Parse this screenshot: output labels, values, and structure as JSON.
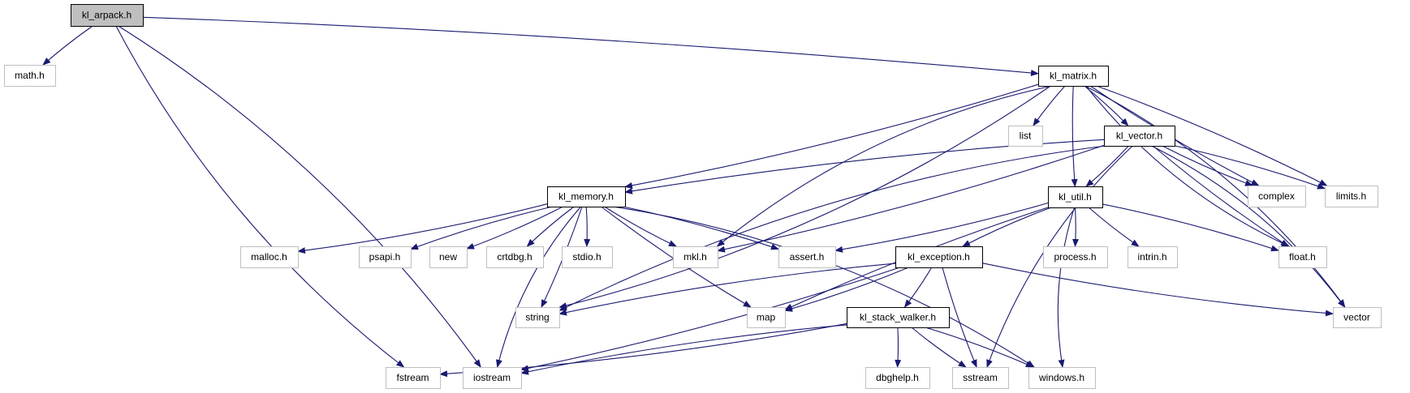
{
  "diagram": {
    "type": "include-dependency-graph",
    "root": "kl_arpack.h",
    "colors": {
      "edge": "#191970",
      "root_fill": "#bfbfbf",
      "root_border": "#000000",
      "documented_border": "#000000",
      "external_border": "#bfbfbf",
      "node_fill": "#ffffff"
    },
    "nodes": [
      {
        "id": "kl_arpack",
        "label": "kl_arpack.h",
        "kind": "root"
      },
      {
        "id": "math",
        "label": "math.h",
        "kind": "external"
      },
      {
        "id": "kl_matrix",
        "label": "kl_matrix.h",
        "kind": "documented"
      },
      {
        "id": "list",
        "label": "list",
        "kind": "external"
      },
      {
        "id": "kl_vector",
        "label": "kl_vector.h",
        "kind": "documented"
      },
      {
        "id": "kl_memory",
        "label": "kl_memory.h",
        "kind": "documented"
      },
      {
        "id": "kl_util",
        "label": "kl_util.h",
        "kind": "documented"
      },
      {
        "id": "complex",
        "label": "complex",
        "kind": "external"
      },
      {
        "id": "limits",
        "label": "limits.h",
        "kind": "external"
      },
      {
        "id": "malloc",
        "label": "malloc.h",
        "kind": "external"
      },
      {
        "id": "psapi",
        "label": "psapi.h",
        "kind": "external"
      },
      {
        "id": "new",
        "label": "new",
        "kind": "external"
      },
      {
        "id": "crtdbg",
        "label": "crtdbg.h",
        "kind": "external"
      },
      {
        "id": "stdio",
        "label": "stdio.h",
        "kind": "external"
      },
      {
        "id": "mkl",
        "label": "mkl.h",
        "kind": "external"
      },
      {
        "id": "assert",
        "label": "assert.h",
        "kind": "external"
      },
      {
        "id": "kl_exception",
        "label": "kl_exception.h",
        "kind": "documented"
      },
      {
        "id": "process",
        "label": "process.h",
        "kind": "external"
      },
      {
        "id": "intrin",
        "label": "intrin.h",
        "kind": "external"
      },
      {
        "id": "float",
        "label": "float.h",
        "kind": "external"
      },
      {
        "id": "string",
        "label": "string",
        "kind": "external"
      },
      {
        "id": "map",
        "label": "map",
        "kind": "external"
      },
      {
        "id": "kl_stack_walker",
        "label": "kl_stack_walker.h",
        "kind": "documented"
      },
      {
        "id": "vector",
        "label": "vector",
        "kind": "external"
      },
      {
        "id": "fstream",
        "label": "fstream",
        "kind": "external"
      },
      {
        "id": "iostream",
        "label": "iostream",
        "kind": "external"
      },
      {
        "id": "dbghelp",
        "label": "dbghelp.h",
        "kind": "external"
      },
      {
        "id": "sstream",
        "label": "sstream",
        "kind": "external"
      },
      {
        "id": "windows",
        "label": "windows.h",
        "kind": "external"
      }
    ],
    "edges": [
      [
        "kl_arpack",
        "math"
      ],
      [
        "kl_arpack",
        "kl_matrix"
      ],
      [
        "kl_arpack",
        "fstream"
      ],
      [
        "kl_arpack",
        "iostream"
      ],
      [
        "kl_matrix",
        "list"
      ],
      [
        "kl_matrix",
        "kl_vector"
      ],
      [
        "kl_matrix",
        "kl_util"
      ],
      [
        "kl_matrix",
        "kl_memory"
      ],
      [
        "kl_matrix",
        "mkl"
      ],
      [
        "kl_matrix",
        "string"
      ],
      [
        "kl_matrix",
        "complex"
      ],
      [
        "kl_matrix",
        "limits"
      ],
      [
        "kl_matrix",
        "float"
      ],
      [
        "kl_matrix",
        "vector"
      ],
      [
        "kl_vector",
        "kl_memory"
      ],
      [
        "kl_vector",
        "mkl"
      ],
      [
        "kl_vector",
        "string"
      ],
      [
        "kl_vector",
        "kl_util"
      ],
      [
        "kl_vector",
        "complex"
      ],
      [
        "kl_vector",
        "limits"
      ],
      [
        "kl_vector",
        "float"
      ],
      [
        "kl_vector",
        "vector"
      ],
      [
        "kl_vector",
        "sstream"
      ],
      [
        "kl_memory",
        "malloc"
      ],
      [
        "kl_memory",
        "psapi"
      ],
      [
        "kl_memory",
        "new"
      ],
      [
        "kl_memory",
        "crtdbg"
      ],
      [
        "kl_memory",
        "stdio"
      ],
      [
        "kl_memory",
        "mkl"
      ],
      [
        "kl_memory",
        "assert"
      ],
      [
        "kl_memory",
        "map"
      ],
      [
        "kl_memory",
        "string"
      ],
      [
        "kl_memory",
        "iostream"
      ],
      [
        "kl_memory",
        "windows"
      ],
      [
        "kl_util",
        "kl_exception"
      ],
      [
        "kl_util",
        "process"
      ],
      [
        "kl_util",
        "intrin"
      ],
      [
        "kl_util",
        "assert"
      ],
      [
        "kl_util",
        "map"
      ],
      [
        "kl_util",
        "float"
      ],
      [
        "kl_util",
        "windows"
      ],
      [
        "kl_exception",
        "kl_stack_walker"
      ],
      [
        "kl_exception",
        "string"
      ],
      [
        "kl_exception",
        "map"
      ],
      [
        "kl_exception",
        "sstream"
      ],
      [
        "kl_exception",
        "iostream"
      ],
      [
        "kl_exception",
        "vector"
      ],
      [
        "kl_stack_walker",
        "dbghelp"
      ],
      [
        "kl_stack_walker",
        "sstream"
      ],
      [
        "kl_stack_walker",
        "windows"
      ],
      [
        "kl_stack_walker",
        "iostream"
      ],
      [
        "kl_stack_walker",
        "fstream"
      ]
    ]
  }
}
